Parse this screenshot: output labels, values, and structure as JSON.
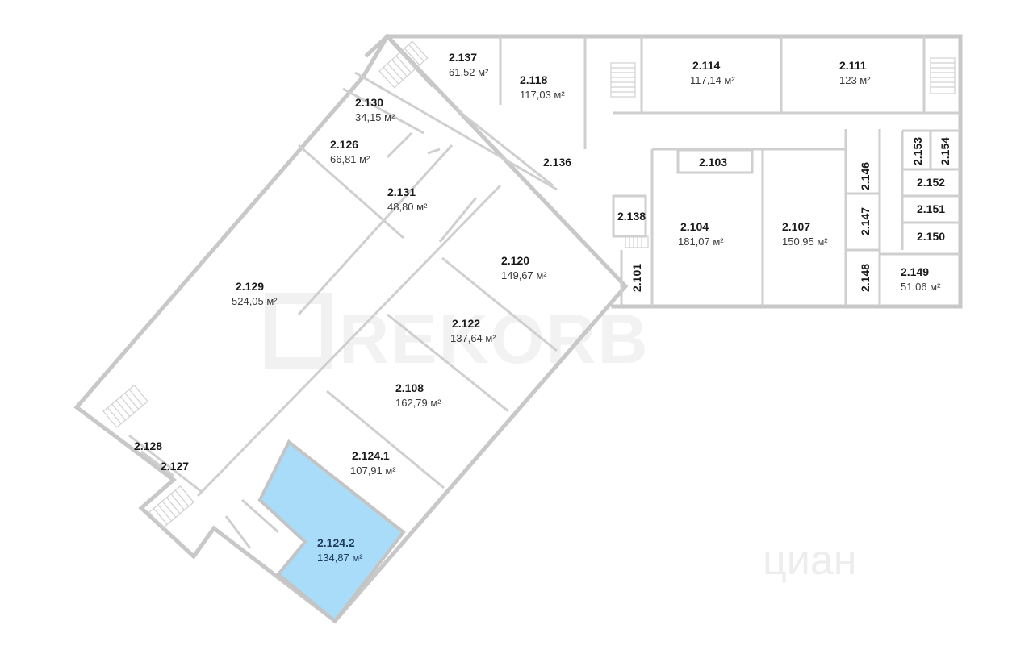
{
  "floor_plan": {
    "watermark": "REKORB",
    "watermark_secondary": "циан",
    "highlight_color": "#a9dcf8",
    "rooms": [
      {
        "number": "2.137",
        "area": "61,52 м²"
      },
      {
        "number": "2.118",
        "area": "117,03 м²"
      },
      {
        "number": "2.114",
        "area": "117,14 м²"
      },
      {
        "number": "2.111",
        "area": "123 м²"
      },
      {
        "number": "2.130",
        "area": "34,15 м²"
      },
      {
        "number": "2.126",
        "area": "66,81 м²"
      },
      {
        "number": "2.136",
        "area": ""
      },
      {
        "number": "2.103",
        "area": ""
      },
      {
        "number": "2.146",
        "area": ""
      },
      {
        "number": "2.153",
        "area": ""
      },
      {
        "number": "2.154",
        "area": ""
      },
      {
        "number": "2.152",
        "area": ""
      },
      {
        "number": "2.131",
        "area": "48,80 м²"
      },
      {
        "number": "2.138",
        "area": ""
      },
      {
        "number": "2.104",
        "area": "181,07 м²"
      },
      {
        "number": "2.107",
        "area": "150,95 м²"
      },
      {
        "number": "2.147",
        "area": ""
      },
      {
        "number": "2.151",
        "area": ""
      },
      {
        "number": "2.150",
        "area": ""
      },
      {
        "number": "2.120",
        "area": "149,67 м²"
      },
      {
        "number": "2.101",
        "area": ""
      },
      {
        "number": "2.148",
        "area": ""
      },
      {
        "number": "2.149",
        "area": "51,06 м²"
      },
      {
        "number": "2.129",
        "area": "524,05 м²"
      },
      {
        "number": "2.122",
        "area": "137,64 м²"
      },
      {
        "number": "2.108",
        "area": "162,79 м²"
      },
      {
        "number": "2.124.1",
        "area": "107,91 м²"
      },
      {
        "number": "2.128",
        "area": ""
      },
      {
        "number": "2.127",
        "area": ""
      },
      {
        "number": "2.124.2",
        "area": "134,87 м²",
        "selected": true
      }
    ]
  }
}
